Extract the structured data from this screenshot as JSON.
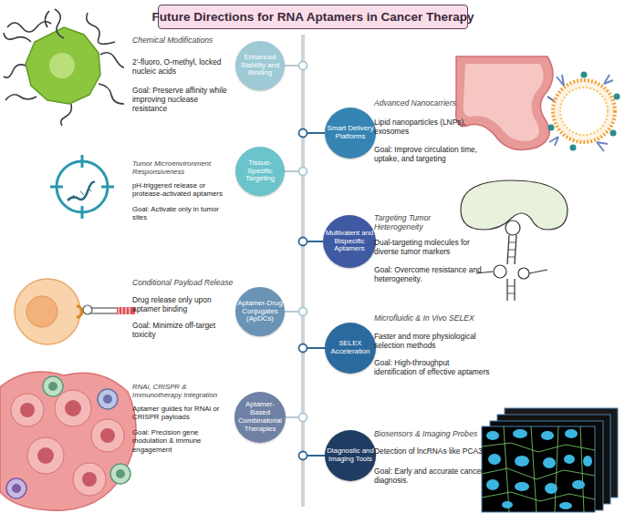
{
  "diagram": {
    "title": "Future Directions for RNA Aptamers in Cancer Therapy",
    "nodes": [
      {
        "text": [
          "Enhanced Stability and Binding"
        ]
      },
      {
        "text": [
          "Smart Delivery Platforms"
        ]
      },
      {
        "text": [
          "Tissue-Specific Targeting"
        ]
      },
      {
        "text": [
          "Multivalent and Bispecific Aptamers"
        ]
      },
      {
        "text": [
          "Aptamer-Drug Conjugates (ApDCs)"
        ]
      },
      {
        "text": [
          "SELEX Acceleration"
        ]
      },
      {
        "text": [
          "Aptamer-Based Combinatorial Therapies"
        ]
      },
      {
        "text": [
          "Diagnostic and Imaging Tools"
        ]
      }
    ],
    "labels": [
      "Chemical Modifications",
      "2′-fluoro, O-methyl, locked nucleic acids",
      "Goal: Preserve affinity while improving nuclease resistance",
      "Advanced Nanocarriers",
      "Lipid nanoparticles (LNPs), exosomes",
      "Goal: Improve circulation time, uptake, and targeting",
      "Tumor Microenvironment Responsiveness",
      "pH-triggered release or protease-activated aptamers",
      "Goal: Activate only in tumor sites",
      "Targeting Tumor Heterogeneity",
      "Dual-targeting molecules for diverse tumor markers",
      "Goal: Overcome resistance and heterogeneity.",
      "Conditional Payload Release",
      "Drug release only upon aptamer binding",
      "Goal: Minimize off-target toxicity",
      "Microfluidic & In Vivo SELEX",
      "Faster and more physiological selection methods",
      "Goal: High-throughput identification of effective aptamers",
      "RNAi, CRISPR & Immunotherapy Integration",
      "Aptamer guides for RNAi or CRISPR payloads",
      "Goal: Precision gene modulation & immune engagement",
      "Biosensors & Imaging Probes",
      "Detection of lncRNAs like PCA3",
      "Goal: Early and accurate cancer diagnosis."
    ]
  }
}
